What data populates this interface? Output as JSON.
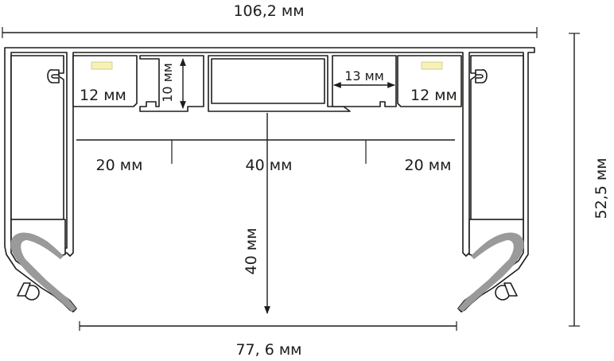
{
  "dimensions": {
    "overall_width": "106,2 мм",
    "overall_height": "52,5 мм",
    "bottom_opening": "77, 6 мм",
    "left_section": "20 мм",
    "center_section": "40 мм",
    "right_section": "20 мм",
    "inner_depth": "40 мм",
    "slot_height": "10 мм",
    "slot_width": "13 мм",
    "led_left_width": "12 мм",
    "led_right_width": "12 мм"
  },
  "colors": {
    "line": "#1d1d1b",
    "diffuser": "#9a9a9a",
    "led": "#f6f2b5"
  }
}
